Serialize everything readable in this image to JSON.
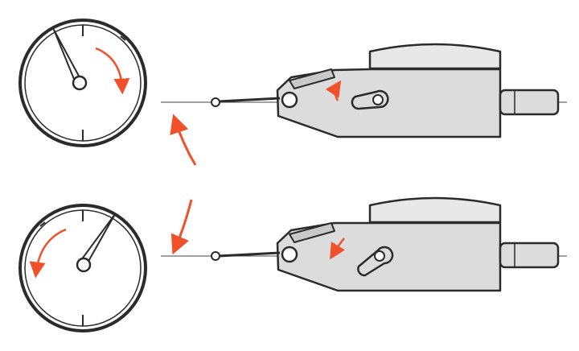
{
  "figure": {
    "description_text": "",
    "colors": {
      "outline": "#2b2b2b",
      "body_fill": "#dcdcdc",
      "body_shade": "#c9c9c9",
      "cap_fill": "#e8e8e8",
      "dial_ring": "#2b2b2b",
      "dial_face": "#ffffff",
      "arrow": "#f0502a",
      "reference_line": "#444444"
    },
    "panels": [
      {
        "id": "upper",
        "needle_direction": "counter-clockwise-of-top",
        "dial_arrow_direction": "clockwise",
        "lever_arrow_direction": "up"
      },
      {
        "id": "lower",
        "needle_direction": "clockwise-of-top",
        "dial_arrow_direction": "counter-clockwise",
        "lever_arrow_direction": "down"
      }
    ],
    "connecting_arrows": [
      {
        "id": "upper-connector",
        "direction": "up"
      },
      {
        "id": "lower-connector",
        "direction": "down"
      }
    ]
  }
}
